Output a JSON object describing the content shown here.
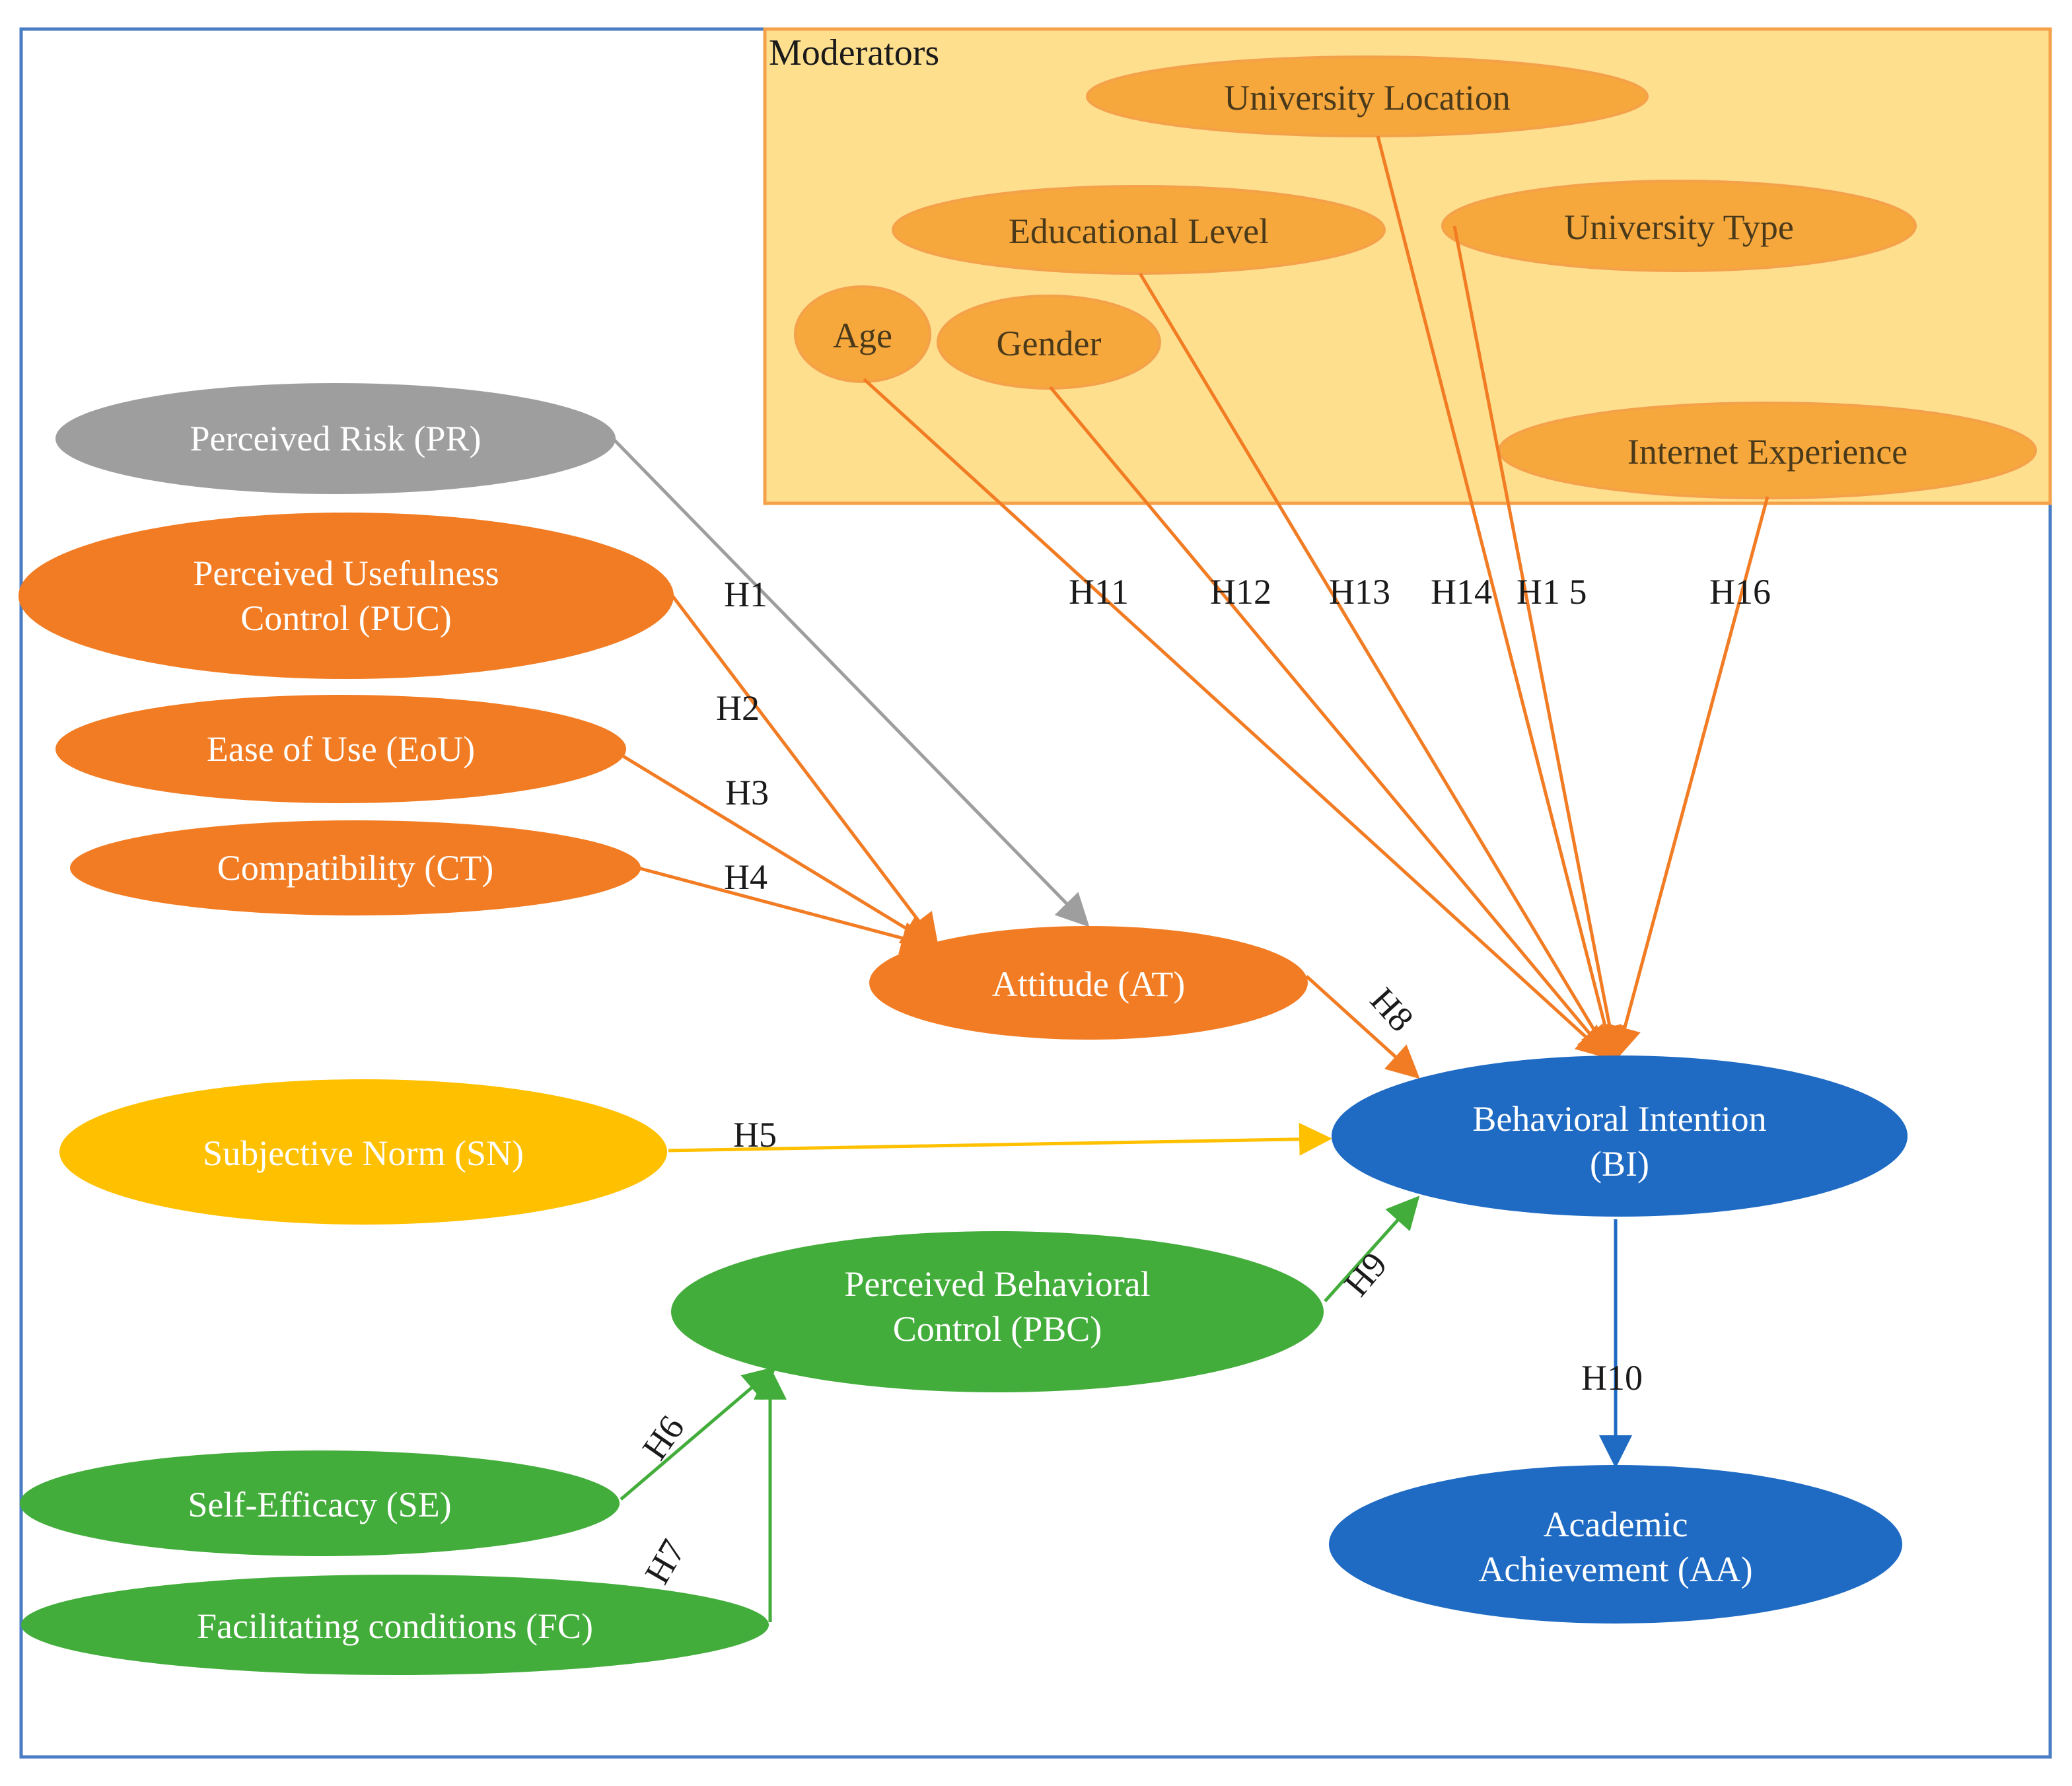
{
  "moderators_title": "Moderators",
  "colors": {
    "frame": "#4a7dc4",
    "moderator_box_fill": "#fedf8e",
    "moderator_box_stroke": "#f4a14a",
    "moderator_fill": "#f7a83d",
    "grey": "#9e9e9e",
    "orange": "#f27c23",
    "yellow": "#ffc000",
    "green": "#43ad3b",
    "blue": "#1f6bc4"
  },
  "nodes": {
    "pr": {
      "lines": [
        "Perceived Risk (PR)"
      ]
    },
    "puc": {
      "lines": [
        "Perceived Usefulness",
        "Control (PUC)"
      ]
    },
    "eou": {
      "lines": [
        "Ease of Use (EoU)"
      ]
    },
    "ct": {
      "lines": [
        "Compatibility (CT)"
      ]
    },
    "at": {
      "lines": [
        "Attitude (AT)"
      ]
    },
    "sn": {
      "lines": [
        "Subjective Norm (SN)"
      ]
    },
    "pbc": {
      "lines": [
        "Perceived Behavioral",
        "Control (PBC)"
      ]
    },
    "se": {
      "lines": [
        "Self-Efficacy (SE)"
      ]
    },
    "fc": {
      "lines": [
        "Facilitating conditions (FC)"
      ]
    },
    "bi": {
      "lines": [
        "Behavioral Intention",
        "(BI)"
      ]
    },
    "aa": {
      "lines": [
        "Academic",
        "Achievement (AA)"
      ]
    }
  },
  "moderators": {
    "location": "University Location",
    "education": "Educational Level",
    "type": "University Type",
    "age": "Age",
    "gender": "Gender",
    "internet": "Internet Experience"
  },
  "hypotheses": {
    "h1": "H1",
    "h2": "H2",
    "h3": "H3",
    "h4": "H4",
    "h5": "H5",
    "h6": "H6",
    "h7": "H7",
    "h8": "H8",
    "h9": "H9",
    "h10": "H10",
    "h11": "H11",
    "h12": "H12",
    "h13": "H13",
    "h14": "H14",
    "h15": "H1 5",
    "h16": "H16"
  }
}
